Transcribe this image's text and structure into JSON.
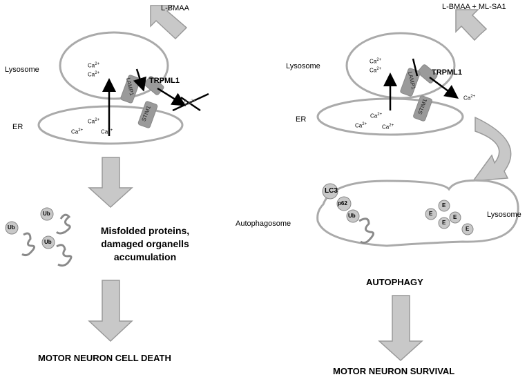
{
  "left": {
    "treatment": "L-BMAA",
    "lysosome": "Lysosome",
    "er": "ER",
    "ca_ion": "Ca",
    "ca_charge": "2+",
    "trpml1": "TRPML1",
    "lamp1": "LAMP1",
    "stim1": "STIM1",
    "accumulation_line1": "Misfolded proteins,",
    "accumulation_line2": "damaged organells",
    "accumulation_line3": "accumulation",
    "ub": "Ub",
    "outcome": "MOTOR NEURON CELL DEATH"
  },
  "right": {
    "treatment": "L-BMAA + ML-SA1",
    "lysosome": "Lysosome",
    "er": "ER",
    "ca_ion": "Ca",
    "ca_charge": "2+",
    "trpml1": "TRPML1",
    "lamp1": "LAMP1",
    "stim1": "STIM1",
    "autophagosome": "Autophagosome",
    "lysosome2": "Lysosome",
    "lc3": "LC3",
    "p62": "p62",
    "ub": "Ub",
    "enzyme": "E",
    "process": "AUTOPHAGY",
    "outcome": "MOTOR NEURON SURVIVAL"
  },
  "colors": {
    "grey_fill": "#c8c8c8",
    "outline": "#999999",
    "protein": "#9a9a9a"
  }
}
